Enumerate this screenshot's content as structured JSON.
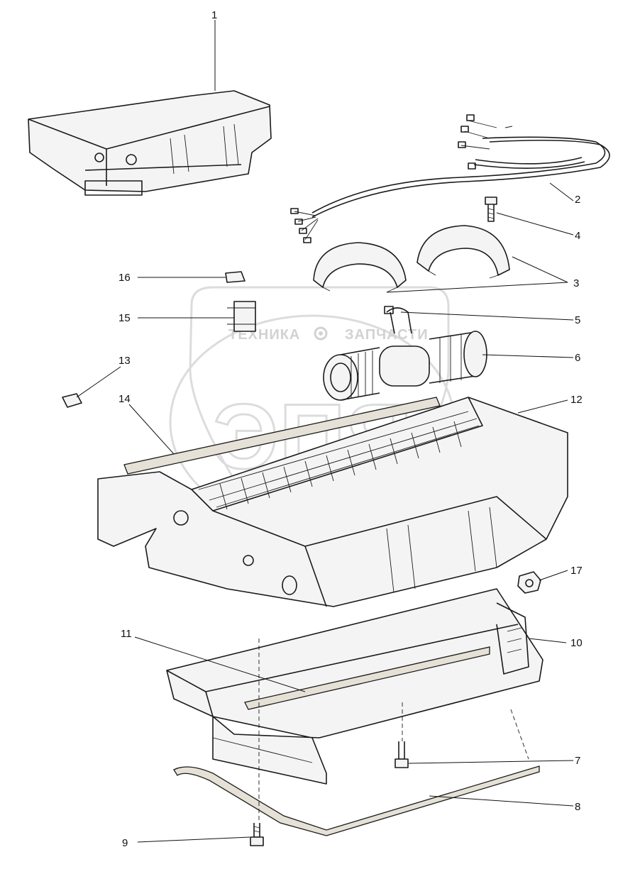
{
  "watermark": {
    "left_text": "ТЕХНИКА",
    "right_text": "ЗАПЧАСТИ",
    "logo_text": "ЭПЯ"
  },
  "callouts": [
    {
      "id": "1",
      "text": "1"
    },
    {
      "id": "2",
      "text": "2"
    },
    {
      "id": "3",
      "text": "3"
    },
    {
      "id": "4",
      "text": "4"
    },
    {
      "id": "5",
      "text": "5"
    },
    {
      "id": "6",
      "text": "6"
    },
    {
      "id": "7",
      "text": "7"
    },
    {
      "id": "8",
      "text": "8"
    },
    {
      "id": "9",
      "text": "9"
    },
    {
      "id": "10",
      "text": "10"
    },
    {
      "id": "11",
      "text": "11"
    },
    {
      "id": "12",
      "text": "12"
    },
    {
      "id": "13",
      "text": "13"
    },
    {
      "id": "14",
      "text": "14"
    },
    {
      "id": "15",
      "text": "15"
    },
    {
      "id": "16",
      "text": "16"
    },
    {
      "id": "17",
      "text": "17"
    }
  ]
}
